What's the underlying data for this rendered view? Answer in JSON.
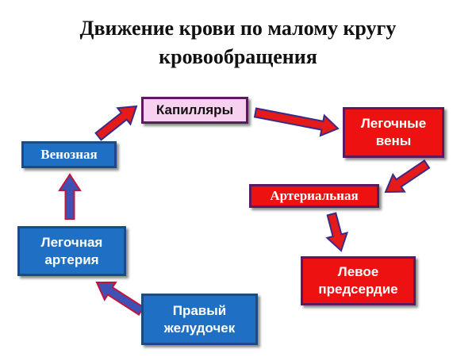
{
  "title": {
    "line1": "Движение крови по малому кругу",
    "line2": "кровообращения"
  },
  "nodes": {
    "capillaries": {
      "label": "Капилляры"
    },
    "pulmonary_veins": {
      "line1": "Легочные",
      "line2": "вены"
    },
    "arterial": {
      "label": "Артериальная"
    },
    "left_atrium": {
      "line1": "Левое",
      "line2": "предсердие"
    },
    "right_ventricle": {
      "line1": "Правый",
      "line2": "желудочек"
    },
    "pulmonary_artery": {
      "line1": "Легочная",
      "line2": "артерия"
    },
    "venous": {
      "label": "Венозная"
    }
  },
  "colors": {
    "blue": "#1f6fc5",
    "red": "#ee1111",
    "pink": "#f8d0f0",
    "border": "#5b1a5e",
    "arrow_red": "#e51a1a",
    "arrow_blue": "#3f51b5"
  }
}
